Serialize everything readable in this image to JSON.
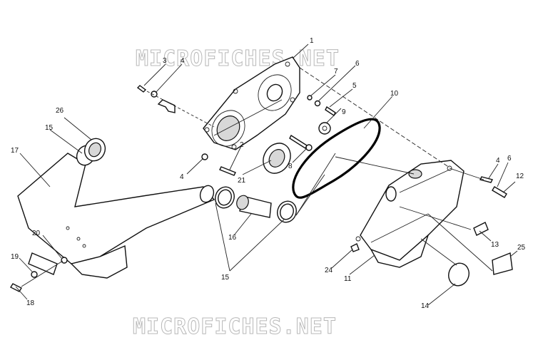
{
  "watermark": {
    "top": "MICROFICHES.NET",
    "bottom": "MICROFICHES.NET"
  },
  "callouts": [
    "1",
    "2",
    "3",
    "4",
    "4",
    "5",
    "6",
    "6",
    "7",
    "8",
    "9",
    "10",
    "11",
    "12",
    "13",
    "14",
    "15",
    "15",
    "16",
    "17",
    "18",
    "19",
    "20",
    "21",
    "24",
    "25",
    "26"
  ]
}
